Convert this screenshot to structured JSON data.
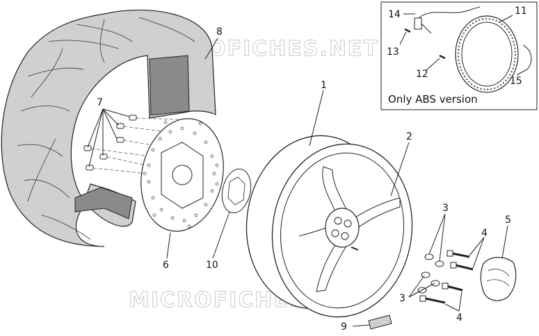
{
  "watermark": "MICROFICHES.NET",
  "inset": {
    "note": "Only ABS version"
  },
  "callouts": [
    "1",
    "2",
    "3",
    "4",
    "5",
    "6",
    "7",
    "8",
    "9",
    "10",
    "11",
    "12",
    "13",
    "14",
    "15"
  ],
  "colors": {
    "tire_fill": "#cfcfcf",
    "tire_inner": "#8a8a8a",
    "line": "#222222"
  }
}
